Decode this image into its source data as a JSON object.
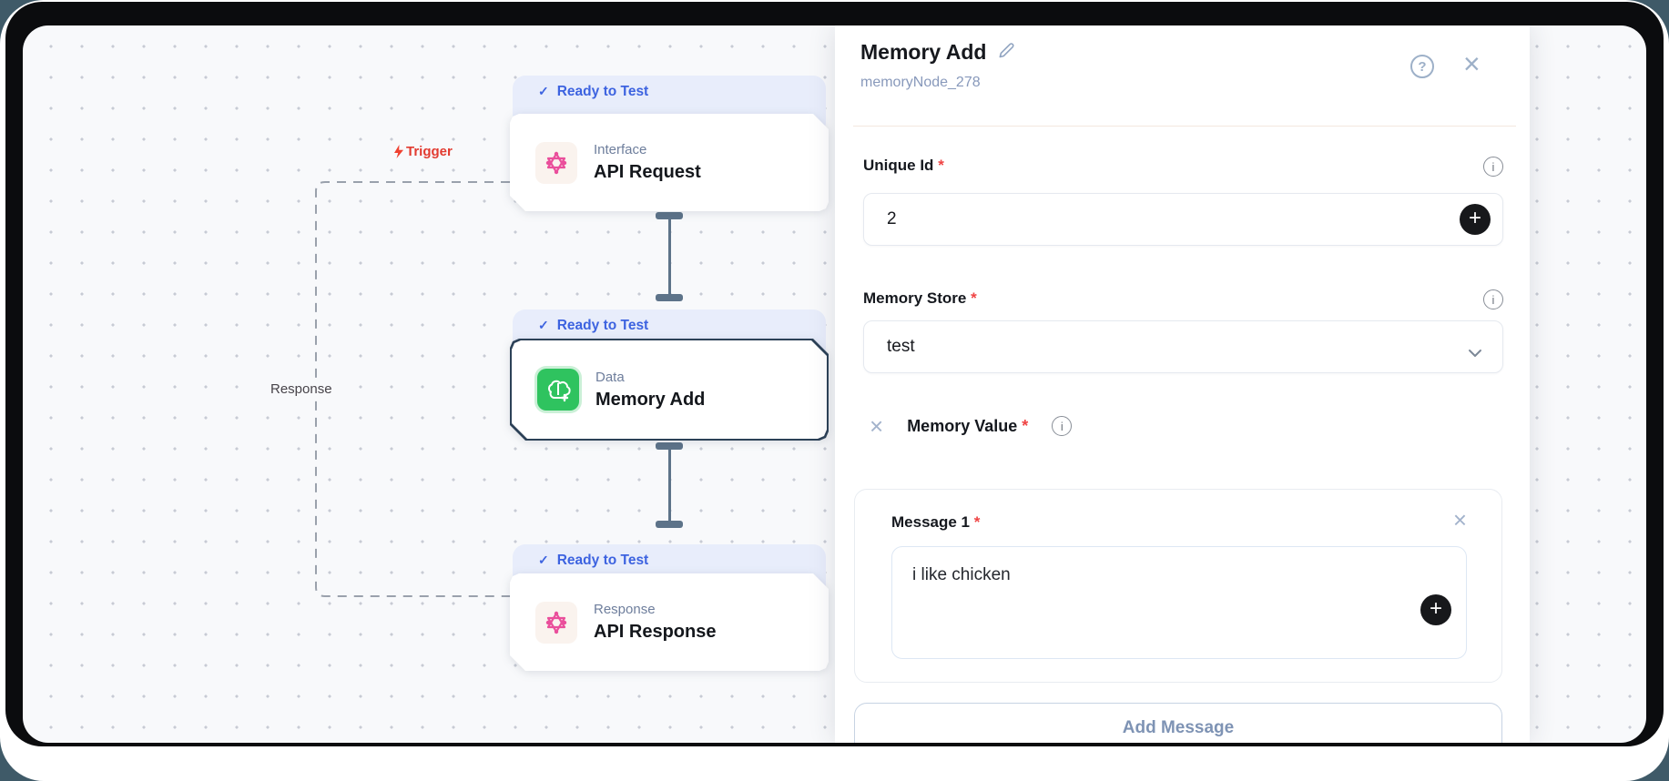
{
  "canvas": {
    "trigger_label": "Trigger",
    "response_label": "Response",
    "nodes": [
      {
        "status": "Ready to Test",
        "category": "Interface",
        "title": "API Request",
        "icon": "atom-pink-icon"
      },
      {
        "status": "Ready to Test",
        "category": "Data",
        "title": "Memory Add",
        "icon": "brain-add-green-icon",
        "selected": true
      },
      {
        "status": "Ready to Test",
        "category": "Response",
        "title": "API Response",
        "icon": "atom-pink-icon"
      }
    ]
  },
  "panel": {
    "title": "Memory Add",
    "subtitle": "memoryNode_278",
    "fields": {
      "unique_id": {
        "label": "Unique Id",
        "value": "2",
        "required": true
      },
      "memory_store": {
        "label": "Memory Store",
        "value": "test",
        "required": true
      },
      "memory_value": {
        "label": "Memory Value",
        "required": true
      }
    },
    "messages": [
      {
        "label": "Message 1",
        "value": "i like chicken",
        "required": true
      }
    ],
    "add_message_label": "Add Message"
  },
  "glyphs": {
    "check": "✓",
    "close": "×",
    "help": "?",
    "info": "i",
    "plus": "+",
    "asterisk": "*"
  },
  "colors": {
    "badge_bg": "#e8edfb",
    "badge_text": "#3d63e0",
    "selected_node_border": "#2c4157",
    "canvas_bg": "#f8f9fb",
    "icon_pink": "#ea4f9b",
    "icon_green": "#2fc35f",
    "required_red": "#ef4444",
    "trigger_red": "#e23b30",
    "connector_slate": "#5d7389"
  }
}
